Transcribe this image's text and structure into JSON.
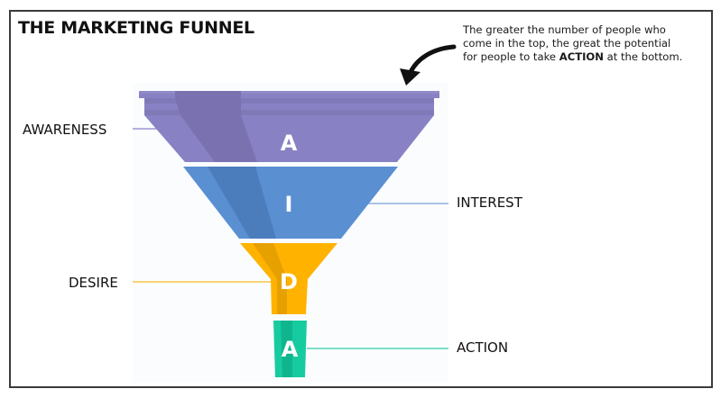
{
  "title": "THE MARKETING FUNNEL",
  "note": {
    "line1": "The greater the number of people who",
    "line2": "come in the top, the great the potential",
    "line3_prefix": "for people to take ",
    "line3_bold": "ACTION",
    "line3_suffix": " at the bottom."
  },
  "stages": [
    {
      "name": "AWARENESS",
      "letter": "A",
      "color": "#8881c4",
      "shade": "#7a72b0",
      "line_color": "#9b95d0",
      "side": "left"
    },
    {
      "name": "INTEREST",
      "letter": "I",
      "color": "#5a8fd2",
      "shade": "#4b7dbc",
      "line_color": "#8fb0dc",
      "side": "right"
    },
    {
      "name": "DESIRE",
      "letter": "D",
      "color": "#ffb300",
      "shade": "#e6a000",
      "line_color": "#f5c542",
      "side": "left"
    },
    {
      "name": "ACTION",
      "letter": "A",
      "color": "#17cba0",
      "shade": "#10b58e",
      "line_color": "#4fd6b8",
      "side": "right"
    }
  ],
  "icons": {
    "arrow": "curved-arrow-icon"
  }
}
